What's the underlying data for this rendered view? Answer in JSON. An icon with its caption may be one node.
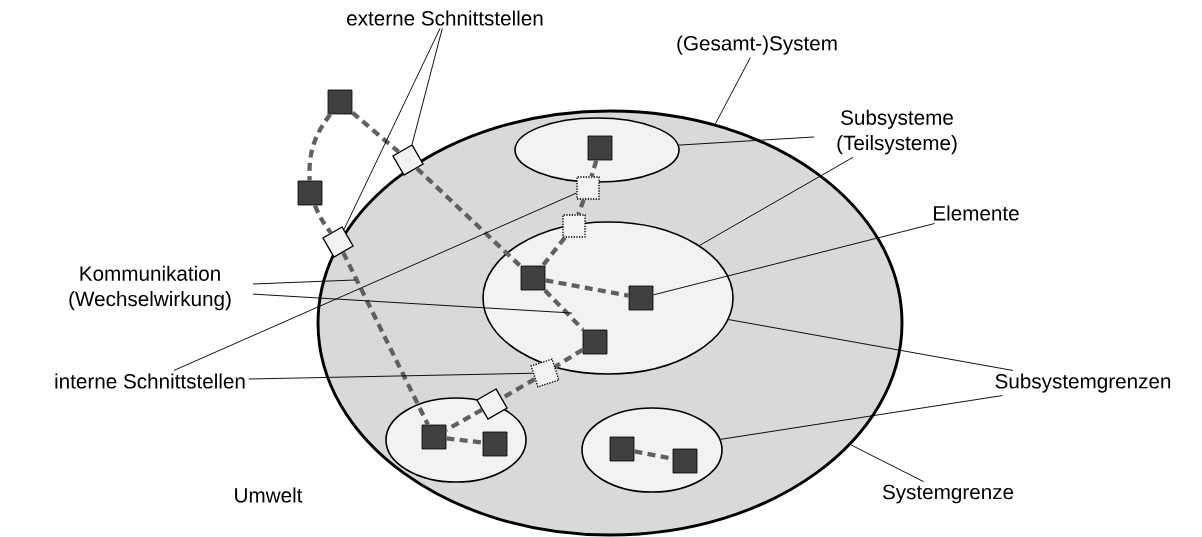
{
  "diagram": {
    "nodes": [
      {
        "text": [],
        "shape": "ellipse"
      },
      {
        "text": [],
        "shape": "ellipse",
        "in": 0
      },
      {
        "text": [],
        "shape": "ellipse",
        "in": 0
      },
      {
        "text": [],
        "shape": "ellipse",
        "in": 0
      },
      {
        "text": [],
        "shape": "ellipse",
        "in": 0
      },
      {
        "text": [],
        "shape": "box"
      },
      {
        "text": [],
        "shape": "box"
      },
      {
        "text": [],
        "shape": "box",
        "in": 1
      },
      {
        "text": [],
        "shape": "box",
        "in": 2
      },
      {
        "text": [],
        "shape": "box",
        "in": 2
      },
      {
        "text": [],
        "shape": "box",
        "in": 2
      },
      {
        "text": [],
        "shape": "box",
        "in": 3
      },
      {
        "text": [],
        "shape": "box",
        "in": 3
      },
      {
        "text": [],
        "shape": "box",
        "in": 4
      },
      {
        "text": [],
        "shape": "box",
        "in": 4
      },
      {
        "text": [],
        "shape": "box"
      },
      {
        "text": [],
        "shape": "box"
      },
      {
        "text": [],
        "shape": "box",
        "in": 0
      },
      {
        "text": [],
        "shape": "box",
        "in": 0
      },
      {
        "text": [],
        "shape": "box",
        "in": 0
      },
      {
        "text": [],
        "shape": "box",
        "in": 0
      },
      {
        "text": [
          "externe Schnittstellen"
        ]
      },
      {
        "text": [
          "(Gesamt-)System"
        ]
      },
      {
        "text": [
          "Subsysteme (Teilsysteme)"
        ]
      },
      {
        "text": [
          "Elemente"
        ]
      },
      {
        "text": [
          "Kommunikation (Wechselwirkung)"
        ]
      },
      {
        "text": [
          "interne Schnittstellen"
        ]
      },
      {
        "text": [
          "Subsystemgrenzen"
        ]
      },
      {
        "text": [
          "Systemgrenze"
        ]
      }
    ],
    "edges": [
      {
        "from": 5,
        "to": 15,
        "arrow": "none",
        "style": "dashed",
        "color": "#606060"
      },
      {
        "from": 15,
        "to": 8,
        "arrow": "none",
        "style": "dashed",
        "color": "#606060"
      },
      {
        "from": 5,
        "to": 6,
        "arrow": "none",
        "style": "dashed",
        "color": "#606060"
      },
      {
        "from": 6,
        "to": 16,
        "arrow": "none",
        "style": "dashed",
        "color": "#606060"
      },
      {
        "from": 16,
        "to": 11,
        "arrow": "none",
        "style": "dashed",
        "color": "#606060"
      },
      {
        "from": 7,
        "to": 17,
        "arrow": "none",
        "style": "dashed",
        "color": "#606060"
      },
      {
        "from": 17,
        "to": 18,
        "arrow": "none",
        "style": "dashed",
        "color": "#606060"
      },
      {
        "from": 18,
        "to": 8,
        "arrow": "none",
        "style": "dashed",
        "color": "#606060"
      },
      {
        "from": 8,
        "to": 9,
        "arrow": "none",
        "style": "dashed",
        "color": "#606060"
      },
      {
        "from": 8,
        "to": 10,
        "arrow": "none",
        "style": "dashed",
        "color": "#606060"
      },
      {
        "from": 10,
        "to": 19,
        "arrow": "none",
        "style": "dashed",
        "color": "#606060"
      },
      {
        "from": 19,
        "to": 20,
        "arrow": "none",
        "style": "dashed",
        "color": "#606060"
      },
      {
        "from": 20,
        "to": 11,
        "arrow": "none",
        "style": "dashed",
        "color": "#606060"
      },
      {
        "from": 11,
        "to": 12,
        "arrow": "none",
        "style": "dashed",
        "color": "#606060"
      },
      {
        "from": 13,
        "to": 14,
        "arrow": "none",
        "style": "dashed",
        "color": "#606060"
      },
      {
        "from": 21,
        "to": 15,
        "arrow": "none",
        "color": "#000000"
      },
      {
        "from": 21,
        "to": 16,
        "arrow": "none",
        "color": "#000000"
      },
      {
        "from": 22,
        "to": 0,
        "arrow": "none",
        "color": "#000000"
      },
      {
        "from": 23,
        "to": 1,
        "arrow": "none",
        "color": "#000000"
      },
      {
        "from": 23,
        "to": 2,
        "arrow": "none",
        "color": "#000000"
      },
      {
        "from": 24,
        "to": 9,
        "arrow": "none",
        "color": "#000000"
      },
      {
        "from": 25,
        "to": null,
        "arrow": "none",
        "color": "#000000"
      },
      {
        "from": 25,
        "to": null,
        "arrow": "none",
        "color": "#000000"
      },
      {
        "from": 26,
        "to": 17,
        "arrow": "none",
        "color": "#000000"
      },
      {
        "from": 26,
        "to": 19,
        "arrow": "none",
        "color": "#000000"
      },
      {
        "from": 27,
        "to": 2,
        "arrow": "none",
        "color": "#000000"
      },
      {
        "from": 27,
        "to": 4,
        "arrow": "none",
        "color": "#000000"
      },
      {
        "from": 28,
        "to": 0,
        "arrow": "none",
        "color": "#000000"
      }
    ],
    "labels": [
      "Umwelt"
    ]
  }
}
